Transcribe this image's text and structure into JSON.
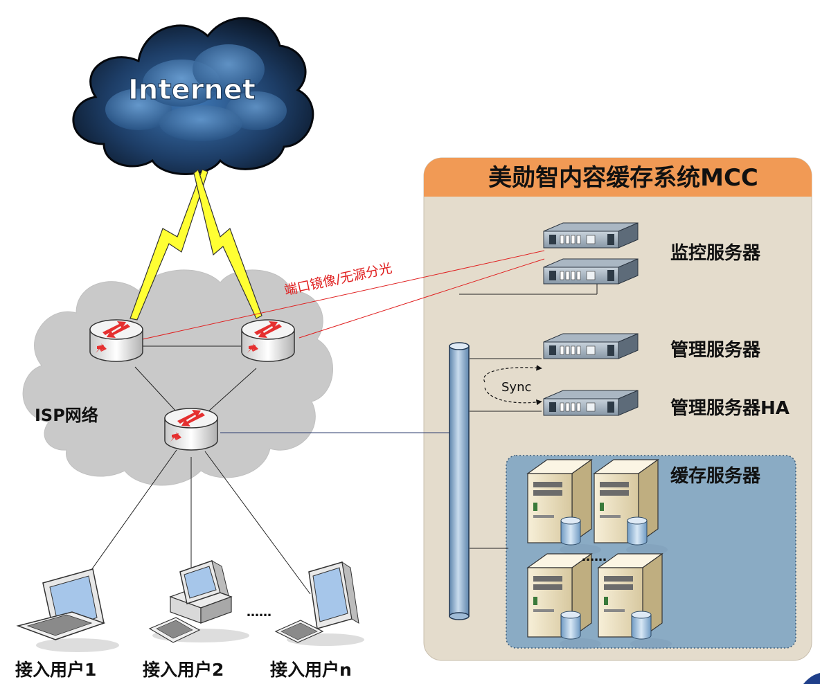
{
  "internet": {
    "label": "Internet"
  },
  "isp": {
    "label": "ISP网络"
  },
  "mirror": {
    "label": "端口镜像/无源分光"
  },
  "mcc": {
    "title": "美勋智内容缓存系统MCC",
    "monitor_label": "监控服务器",
    "mgmt_label": "管理服务器",
    "mgmt_ha_label": "管理服务器HA",
    "sync_label": "Sync",
    "cache_label": "缓存服务器",
    "cache_ellipsis": "……"
  },
  "users": {
    "user1": "接入用户1",
    "user2": "接入用户2",
    "usern": "接入用户n",
    "ellipsis": "……"
  },
  "colors": {
    "panel_bg": "#e4dccc",
    "panel_title": "#f19a55",
    "cache_area": "#8aabc4",
    "link_red": "#e02020",
    "lightning": "#ffff33"
  }
}
